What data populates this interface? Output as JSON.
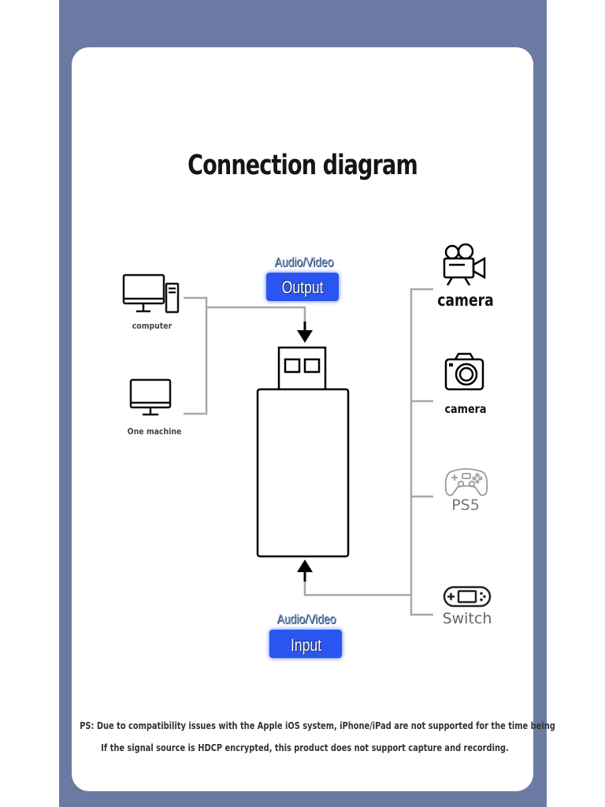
{
  "title": "Connection diagram",
  "output_label": {
    "top": "Audio/Video",
    "badge": "Output"
  },
  "input_label": {
    "top": "Audio/Video",
    "badge": "Input"
  },
  "left_devices": [
    {
      "icon": "desktop-computer-icon",
      "label": "computer"
    },
    {
      "icon": "monitor-icon",
      "label": "One machine"
    }
  ],
  "right_devices": [
    {
      "icon": "video-camera-icon",
      "label": "camera"
    },
    {
      "icon": "photo-camera-icon",
      "label": "camera"
    },
    {
      "icon": "gamepad-icon",
      "label": "PS5"
    },
    {
      "icon": "handheld-console-icon",
      "label": "Switch"
    }
  ],
  "notes": [
    "PS: Due to compatibility issues with the Apple iOS system, iPhone/iPad are not supported for the time being",
    "If the signal source is HDCP encrypted, this product does not support capture and recording."
  ],
  "colors": {
    "frame": "#6a7aa2",
    "card": "#ffffff",
    "badge": "#2a55f0",
    "line": "#aaaaaa"
  }
}
